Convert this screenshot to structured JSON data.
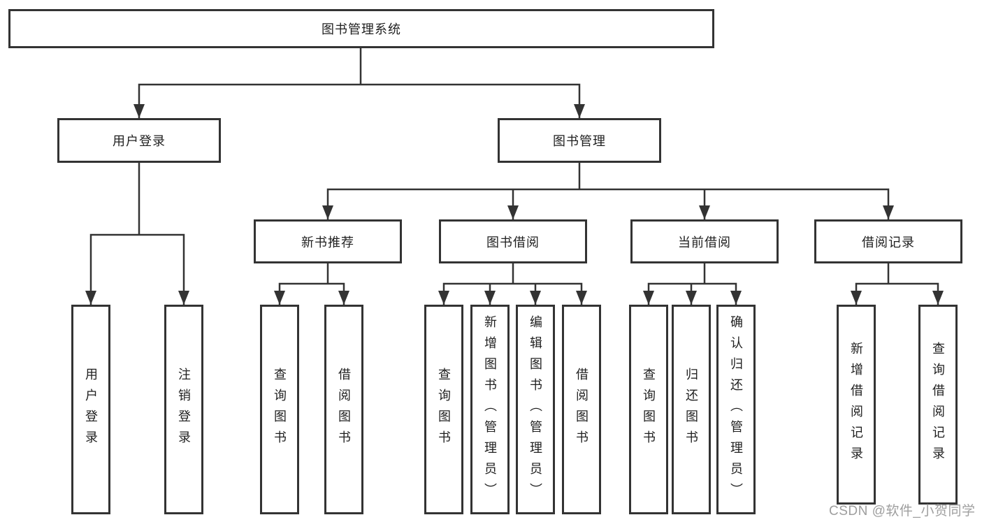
{
  "tree": {
    "label": "图书管理系统",
    "children": [
      {
        "label": "用户登录",
        "children": [
          {
            "label": "用户登录"
          },
          {
            "label": "注销登录"
          }
        ]
      },
      {
        "label": "图书管理",
        "children": [
          {
            "label": "新书推荐",
            "children": [
              {
                "label": "查询图书"
              },
              {
                "label": "借阅图书"
              }
            ]
          },
          {
            "label": "图书借阅",
            "children": [
              {
                "label": "查询图书"
              },
              {
                "label": "新增图书（管理员）"
              },
              {
                "label": "编辑图书（管理员）"
              },
              {
                "label": "借阅图书"
              }
            ]
          },
          {
            "label": "当前借阅",
            "children": [
              {
                "label": "查询图书"
              },
              {
                "label": "归还图书"
              },
              {
                "label": "确认归还（管理员）"
              }
            ]
          },
          {
            "label": "借阅记录",
            "children": [
              {
                "label": "新增借阅记录"
              },
              {
                "label": "查询借阅记录"
              }
            ]
          }
        ]
      }
    ]
  },
  "watermark": "CSDN @软件_小贺同学",
  "colors": {
    "line": "#333333",
    "box_border": "#333333",
    "text": "#1f1f1f",
    "watermark": "#9e9e9e",
    "background": "#ffffff"
  }
}
